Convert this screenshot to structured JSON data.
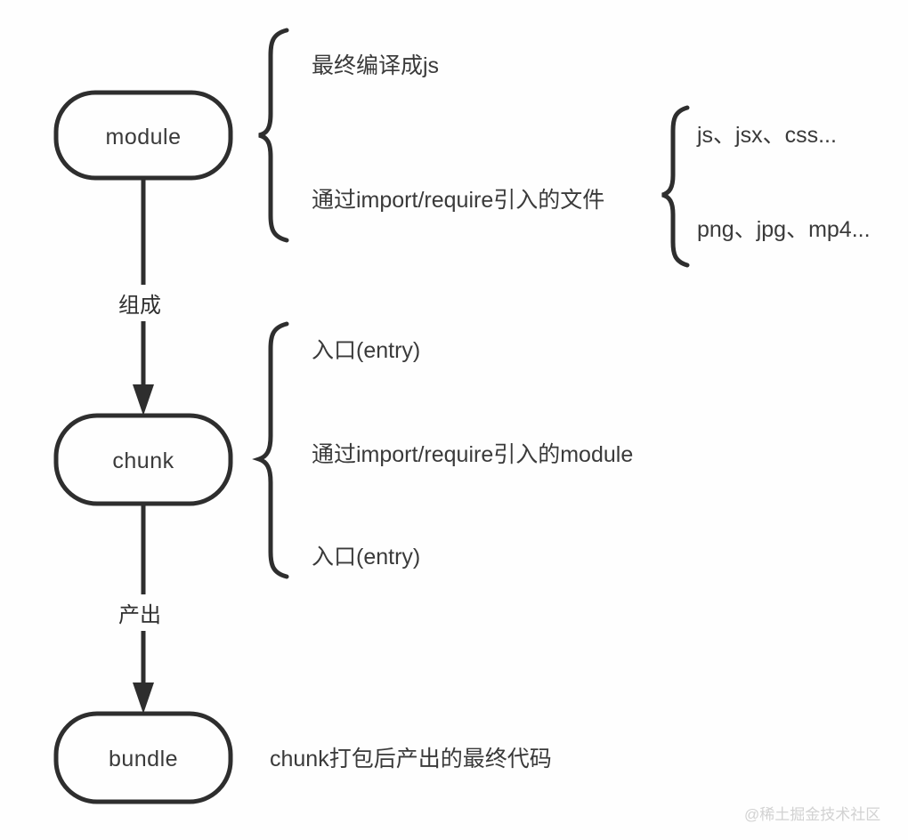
{
  "diagram": {
    "title": "webpack module chunk bundle concept diagram",
    "stroke_color": "#2e2e2e",
    "text_color": "#3a3a3a",
    "background_color": "#fefefe",
    "watermark_color": "#d2d2d2",
    "nodes": [
      {
        "id": "module",
        "label": "module"
      },
      {
        "id": "chunk",
        "label": "chunk"
      },
      {
        "id": "bundle",
        "label": "bundle"
      }
    ],
    "edges": [
      {
        "from": "module",
        "to": "chunk",
        "label": "组成"
      },
      {
        "from": "chunk",
        "to": "bundle",
        "label": "产出"
      }
    ],
    "module_annotations": [
      "最终编译成js",
      "通过import/require引入的文件"
    ],
    "file_type_annotations": [
      "js、jsx、css...",
      "png、jpg、mp4..."
    ],
    "chunk_annotations": [
      "入口(entry)",
      "通过import/require引入的module",
      "入口(entry)"
    ],
    "bundle_annotation": "chunk打包后产出的最终代码",
    "watermark": "@稀土掘金技术社区"
  }
}
